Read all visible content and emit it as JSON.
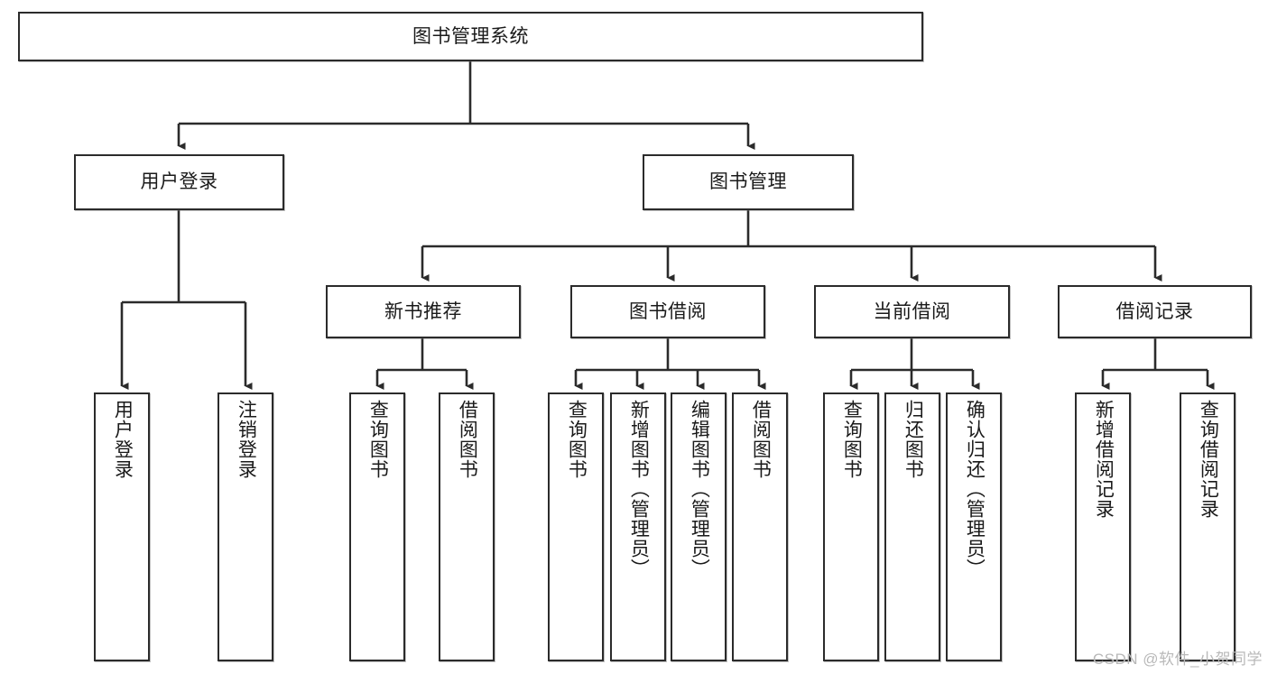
{
  "diagram": {
    "title": "图书管理系统",
    "type": "tree-hierarchy-diagram",
    "root": {
      "id": "root",
      "label": "图书管理系统"
    },
    "level2": [
      {
        "id": "user-login",
        "label": "用户登录"
      },
      {
        "id": "book-management",
        "label": "图书管理"
      }
    ],
    "level3": [
      {
        "id": "new-book-recommend",
        "label": "新书推荐"
      },
      {
        "id": "book-borrow",
        "label": "图书借阅"
      },
      {
        "id": "current-borrow",
        "label": "当前借阅"
      },
      {
        "id": "borrow-record",
        "label": "借阅记录"
      }
    ],
    "leaves": {
      "user_login": [
        {
          "id": "leaf-user-login",
          "label": "用户登录"
        },
        {
          "id": "leaf-logout-login",
          "label": "注销登录"
        }
      ],
      "new_book_recommend": [
        {
          "id": "leaf-query-book-1",
          "label": "查询图书"
        },
        {
          "id": "leaf-borrow-book-1",
          "label": "借阅图书"
        }
      ],
      "book_borrow": [
        {
          "id": "leaf-query-book-2",
          "label": "查询图书"
        },
        {
          "id": "leaf-add-book",
          "label": "新增图书（管理员）"
        },
        {
          "id": "leaf-edit-book",
          "label": "编辑图书（管理员）"
        },
        {
          "id": "leaf-borrow-book-2",
          "label": "借阅图书"
        }
      ],
      "current_borrow": [
        {
          "id": "leaf-query-book-3",
          "label": "查询图书"
        },
        {
          "id": "leaf-return-book",
          "label": "归还图书"
        },
        {
          "id": "leaf-confirm-return",
          "label": "确认归还（管理员）"
        }
      ],
      "borrow_record": [
        {
          "id": "leaf-add-record",
          "label": "新增借阅记录"
        },
        {
          "id": "leaf-query-record",
          "label": "查询借阅记录"
        }
      ]
    }
  },
  "watermark": {
    "text": "CSDN @软件_小贺同学"
  },
  "colors": {
    "stroke": "#2b2b2b",
    "fill": "#ffffff",
    "text": "#1a1a1a",
    "watermark": "#b9b9b9"
  }
}
